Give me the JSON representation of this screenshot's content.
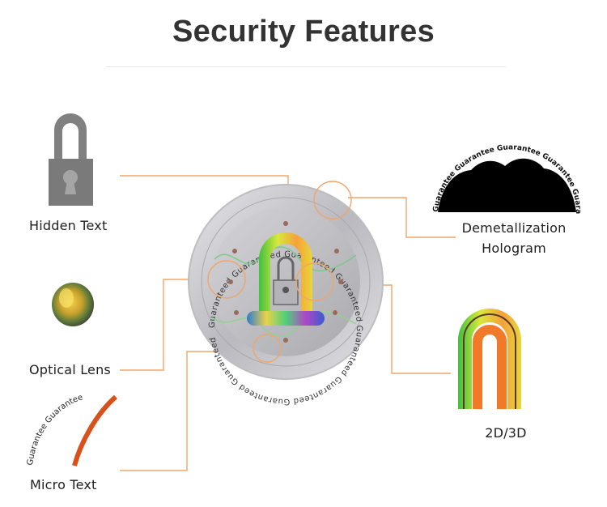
{
  "title": "Security Features",
  "features": {
    "hidden_text": {
      "label": "Hidden Text",
      "icon": "padlock-icon"
    },
    "optical_lens": {
      "label": "Optical Lens",
      "icon": "optical-lens-icon"
    },
    "micro_text": {
      "label": "Micro Text",
      "sample": "Guarantee Guarantee",
      "icon": "micro-text-icon"
    },
    "demetallization": {
      "label_line1": "Demetallization",
      "label_line2": "Hologram",
      "sample": "Guarantee Guarantee Guarantee Guarantee Guarantee",
      "icon": "demetallization-icon"
    },
    "two_d_three_d": {
      "label": "2D/3D",
      "icon": "arch-3d-icon"
    }
  },
  "seal": {
    "ring_text": "Guaranteed Guaranteed Guaranteed Guaranteed Guaranteed Guaranteed Guaranteed Guaranteed"
  },
  "colors": {
    "leader_line": "#f0a56a",
    "title": "#333333",
    "seal": "#c8c8cc",
    "lock": "#808080"
  }
}
